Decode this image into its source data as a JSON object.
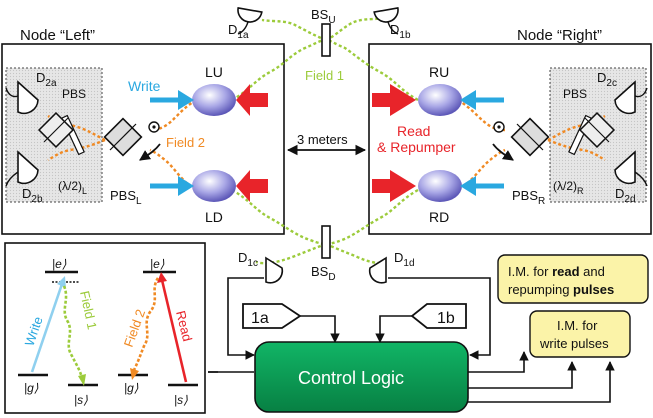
{
  "nodes": {
    "left": {
      "title": "Node “Left”",
      "upper": "LU",
      "lower": "LD",
      "pbs": "PBS",
      "pbs_l_main": "PBS",
      "pbs_l_sub": "L",
      "half_wave": "(λ/2)",
      "half_wave_sub": "L",
      "d2a": "D",
      "d2a_sub": "2a",
      "d2b": "D",
      "d2b_sub": "2b"
    },
    "right": {
      "title": "Node “Right”",
      "upper": "RU",
      "lower": "RD",
      "pbs": "PBS",
      "pbs_r_main": "PBS",
      "pbs_r_sub": "R",
      "half_wave": "(λ/2)",
      "half_wave_sub": "R",
      "d2c": "D",
      "d2c_sub": "2c",
      "d2d": "D",
      "d2d_sub": "2d"
    }
  },
  "beams": {
    "write": "Write",
    "read_line1": "Read",
    "read_line2": "& Repumper",
    "field1": "Field 1",
    "field2": "Field 2",
    "distance": "3 meters"
  },
  "detectors": {
    "d1a": "D",
    "d1a_sub": "1a",
    "d1b": "D",
    "d1b_sub": "1b",
    "d1c": "D",
    "d1c_sub": "1c",
    "d1d": "D",
    "d1d_sub": "1d",
    "bsu": "BS",
    "bsu_sub": "U",
    "bsd": "BS",
    "bsd_sub": "D"
  },
  "logic": {
    "label": "Control Logic",
    "in_a": "1a",
    "in_b": "1b",
    "im_read_pre": "I.M. for ",
    "im_read_bold": "read",
    "im_read_post": " and",
    "im_read_line2_pre": "repumping ",
    "im_read_line2_bold": "pulses",
    "im_write_line1": "I.M. for",
    "im_write_line2": "write pulses"
  },
  "levels": {
    "e1": "|e⟩",
    "g1": "|g⟩",
    "s1": "|s⟩",
    "e2": "|e⟩",
    "g2": "|g⟩",
    "s2": "|s⟩",
    "write": "Write",
    "field1": "Field 1",
    "field2": "Field 2",
    "read": "Read"
  },
  "colors": {
    "write": "#2aa8e0",
    "read": "#e8242a",
    "field1": "#9ccb3b",
    "field2": "#f08a24",
    "logic": "#0a9a50",
    "im_box": "#fbf3a8"
  }
}
